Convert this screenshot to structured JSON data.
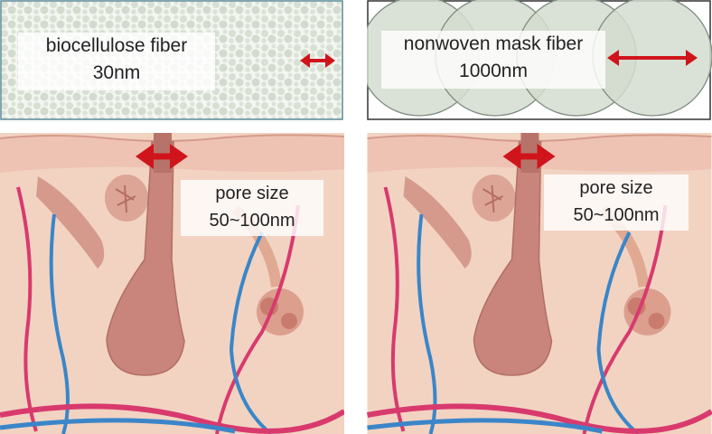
{
  "fibers": {
    "biocellulose": {
      "name": "biocellulose fiber",
      "size": "30nm"
    },
    "nonwoven": {
      "name": "nonwoven mask fiber",
      "size": "1000nm"
    }
  },
  "skin": {
    "left": {
      "pore_title": "pore size",
      "pore_value": "50~100nm"
    },
    "right": {
      "pore_title": "pore size",
      "pore_value": "50~100nm"
    }
  },
  "colors": {
    "arrow": "#d0141c",
    "fiber_fill": "#d3dccf",
    "skin_top": "#efc3b4",
    "dermis": "#f2d3c2",
    "follicle": "#c9857b",
    "vein": "#3a86c8",
    "artery": "#d83a6e"
  }
}
